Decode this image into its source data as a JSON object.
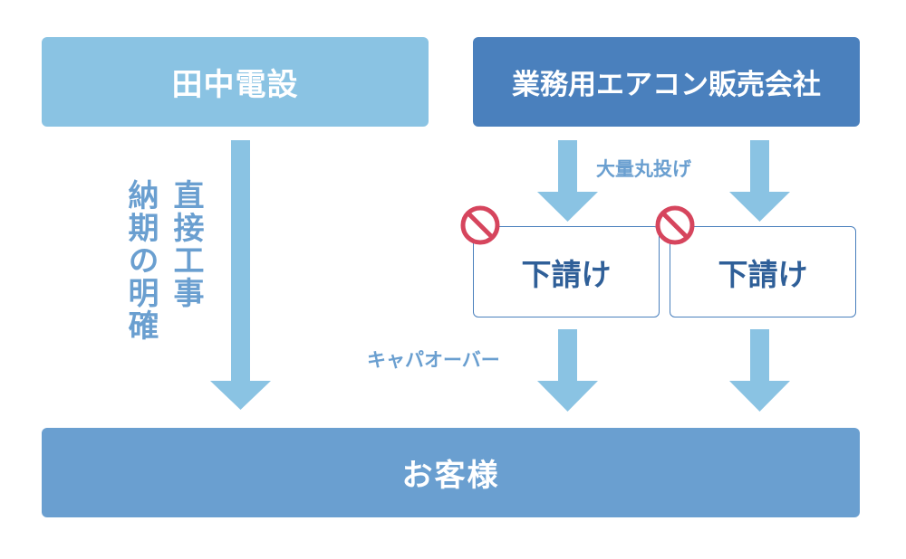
{
  "nodes": {
    "tanaka": "田中電設",
    "aircon_company": "業務用エアコン販売会社",
    "subcontractor_1": "下請け",
    "subcontractor_2": "下請け",
    "customer": "お客様"
  },
  "labels": {
    "direct_construction": "直接工事",
    "clear_delivery": "納期の明確",
    "bulk_outsourcing": "大量丸投げ",
    "capacity_over": "キャパオーバー"
  },
  "icons": {
    "prohibited": "prohibited-icon"
  },
  "colors": {
    "light_blue": "#8ac3e3",
    "dark_blue": "#4a80bd",
    "mid_blue": "#6a9fd0",
    "arrow": "#8ac3e3",
    "prohibit_red": "#d6455d"
  }
}
